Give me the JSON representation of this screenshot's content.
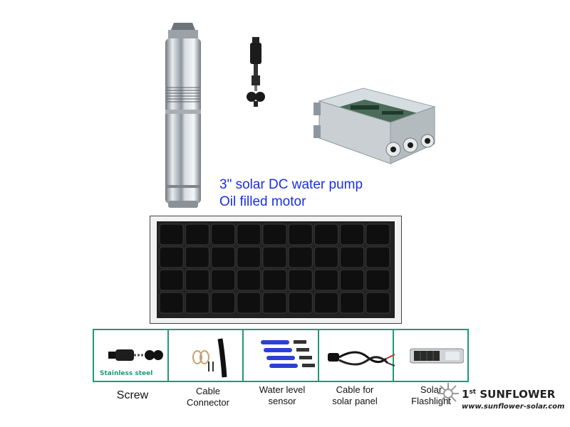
{
  "product": {
    "caption_line1": "3\" solar DC water pump",
    "caption_line2": "Oil filled motor",
    "caption_color": "#1a2ee0"
  },
  "components": {
    "pump": "submersible-pump-image",
    "cable_plug": "cable-plug-image",
    "controller": "controller-box-image",
    "panel": "solar-panel-image"
  },
  "accessories": {
    "border_color": "#1c9a78",
    "stainless_label": "Stainless steel",
    "items": [
      {
        "label_line1": "Screw",
        "label_line2": ""
      },
      {
        "label_line1": "Cable",
        "label_line2": "Connector"
      },
      {
        "label_line1": "Water level",
        "label_line2": "sensor"
      },
      {
        "label_line1": "Cable for",
        "label_line2": "solar panel"
      },
      {
        "label_line1": "Solar",
        "label_line2": "Flashlight"
      }
    ]
  },
  "watermark": {
    "brand_prefix": "1",
    "brand_superscript": "st",
    "brand_name": "SUNFLOWER",
    "url": "www.sunflower-solar.com"
  }
}
